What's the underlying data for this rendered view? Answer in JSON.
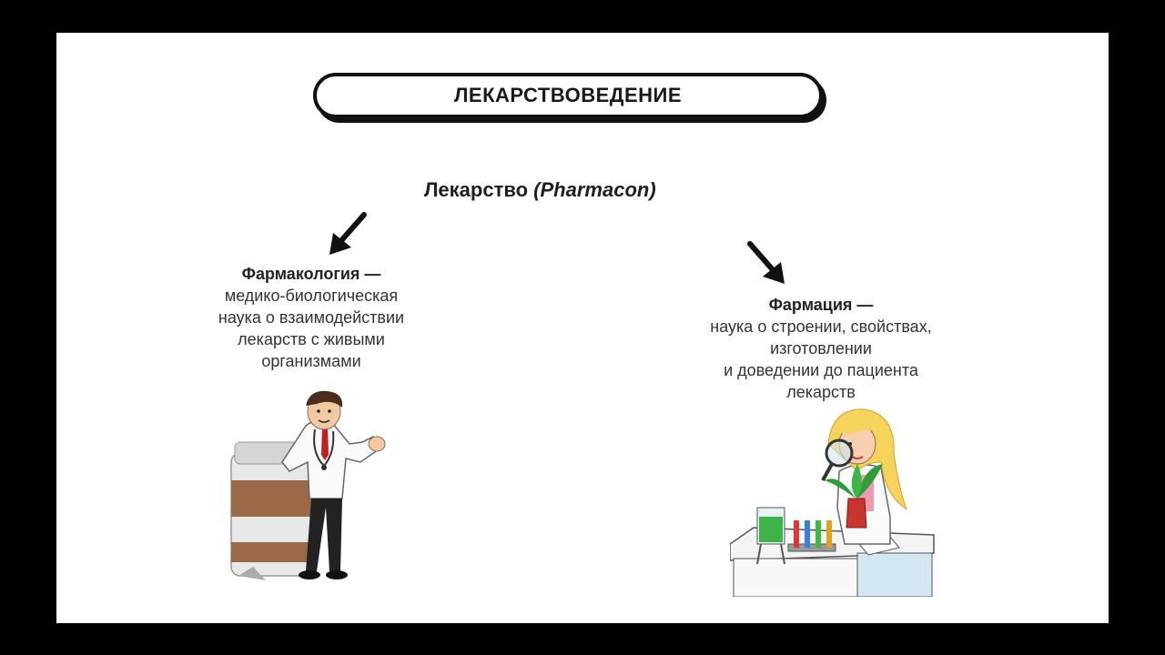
{
  "title": "ЛЕКАРСТВОВЕДЕНИЕ",
  "root": {
    "word": "Лекарство",
    "latin": "(Pharmacon)"
  },
  "left": {
    "term": "Фармакология —",
    "lines": [
      "медико-биологическая",
      "наука о взаимодействии",
      "лекарств с живыми",
      "организмами"
    ]
  },
  "right": {
    "term": "Фармация —",
    "lines": [
      "наука о строении, свойствах,",
      "изготовлении",
      "и доведении до пациента",
      "лекарств"
    ]
  }
}
